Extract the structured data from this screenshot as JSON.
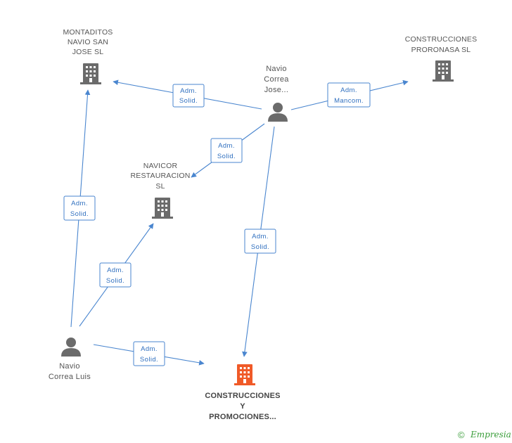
{
  "nodes": {
    "montaditos": {
      "lines": [
        "MONTADITOS",
        "NAVIO SAN",
        "JOSE SL"
      ],
      "type": "company"
    },
    "proronasa": {
      "lines": [
        "CONSTRUCCIONES",
        "PRORONASA SL"
      ],
      "type": "company"
    },
    "navicor": {
      "lines": [
        "NAVICOR",
        "RESTAURACION",
        "SL"
      ],
      "type": "company"
    },
    "construcciones_promociones": {
      "lines": [
        "CONSTRUCCIONES",
        "Y",
        "PROMOCIONES..."
      ],
      "type": "company",
      "focus": true
    },
    "navio_jose": {
      "lines": [
        "Navio",
        "Correa",
        "Jose..."
      ],
      "type": "person"
    },
    "navio_luis": {
      "lines": [
        "Navio",
        "Correa Luis"
      ],
      "type": "person"
    }
  },
  "edges": [
    {
      "id": "jose-montaditos",
      "lines": [
        "Adm.",
        "Solid."
      ]
    },
    {
      "id": "jose-proronasa",
      "lines": [
        "Adm.",
        "Mancom."
      ]
    },
    {
      "id": "jose-navicor",
      "lines": [
        "Adm.",
        "Solid."
      ]
    },
    {
      "id": "jose-construcciones",
      "lines": [
        "Adm.",
        "Solid."
      ]
    },
    {
      "id": "luis-montaditos",
      "lines": [
        "Adm.",
        "Solid."
      ]
    },
    {
      "id": "luis-navicor",
      "lines": [
        "Adm.",
        "Solid."
      ]
    },
    {
      "id": "luis-construcciones",
      "lines": [
        "Adm.",
        "Solid."
      ]
    }
  ],
  "colors": {
    "edge": "#4a86cf",
    "company_icon": "#6b6b6b",
    "focus_icon": "#f05a28",
    "person_icon": "#6b6b6b",
    "brand": "#3a9d3a"
  },
  "footer": {
    "copyright": "©",
    "brand": "Empresia"
  }
}
